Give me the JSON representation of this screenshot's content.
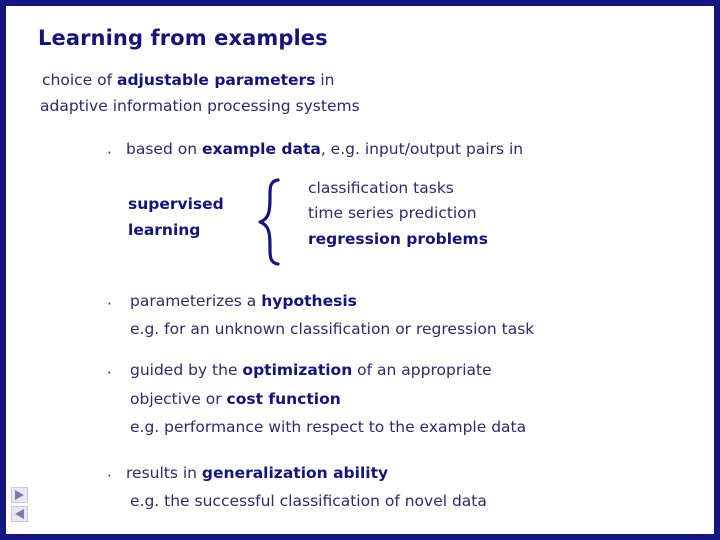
{
  "slide": {
    "title": "Learning from examples",
    "lead": {
      "line1_pre": "choice of ",
      "line1_bold": "adjustable parameters",
      "line1_post": " in",
      "line2": "adaptive information processing systems"
    },
    "bullet_marker": "·",
    "bullets": [
      {
        "id": "example-data",
        "line1_pre": "based on ",
        "line1_bold": "example data",
        "line1_post": ",  e.g.  input/output pairs in",
        "group_label_line1": "supervised",
        "group_label_line2": "learning",
        "group_items": [
          {
            "text": "classification tasks",
            "bold": false
          },
          {
            "text": "time series prediction",
            "bold": false
          },
          {
            "text": "regression problems",
            "bold": true
          }
        ]
      },
      {
        "id": "hypothesis",
        "line1_pre": "parameterizes a ",
        "line1_bold": "hypothesis",
        "line1_post": "",
        "line2": "e.g. for an unknown classification or regression task"
      },
      {
        "id": "optimization",
        "line1_pre": "guided by the ",
        "line1_bold": "optimization",
        "line1_post": " of an appropriate",
        "line2_pre": "objective or ",
        "line2_bold": "cost function",
        "line3": "e.g. performance with respect to  the example data"
      },
      {
        "id": "generalization",
        "line1_pre": "results in ",
        "line1_bold": "generalization ability",
        "line1_post": "",
        "line2": "e.g. the successful classification of novel data"
      }
    ],
    "nav": {
      "forward_icon": "triangle-right-icon",
      "back_icon": "triangle-left-icon"
    },
    "colors": {
      "frame": "#151580",
      "heading": "#151577",
      "body": "#2b2b6e",
      "emphasis": "#14147a",
      "nav_arrow": "#7b7ba8"
    }
  }
}
